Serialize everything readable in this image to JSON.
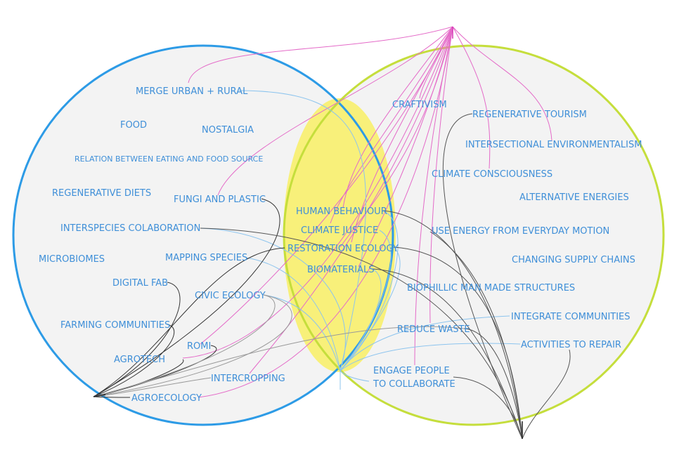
{
  "colors": {
    "left_circle": "#2d9be6",
    "right_circle": "#c5de3c",
    "overlap": "#f8f07a",
    "fill": "#f3f3f3",
    "label": "#3f8fd8",
    "magenta": "#e46ac8",
    "blue_link": "#8cc4ee",
    "dark_link": "#555555"
  },
  "labels": {
    "merge_urban_rural": "MERGE URBAN + RURAL",
    "food": "FOOD",
    "nostalgia": "NOSTALGIA",
    "relation_eating": "RELATION BETWEEN EATING AND FOOD SOURCE",
    "regenerative_diets": "REGENERATIVE DIETS",
    "fungi_plastic": "FUNGI AND PLASTIC",
    "interspecies": "INTERSPECIES COLABORATION",
    "microbiomes": "MICROBIOMES",
    "mapping_species": "MAPPING SPECIES",
    "digital_fab": "DIGITAL FAB",
    "civic_ecology": "CIVIC ECOLOGY",
    "farming_communities": "FARMING COMMUNITIES",
    "romi": "ROMI",
    "agrotech": "AGROTECH",
    "intercropping": "INTERCROPPING",
    "agroecology": "AGROECOLOGY",
    "human_behaviour": "HUMAN BEHAVIOUR",
    "climate_justice": "CLIMATE JUSTICE",
    "restoration_ecology": "RESTORATION ECOLOGY",
    "biomaterials": "BIOMATERIALS",
    "craftivism": "CRAFTIVISM",
    "regenerative_tourism": "REGENERATIVE TOURISM",
    "intersectional_env": "INTERSECTIONAL ENVIRONMENTALISM",
    "climate_consciousness": "CLIMATE CONSCIOUSNESS",
    "alternative_energies": "ALTERNATIVE ENERGIES",
    "use_energy": "USE ENERGY FROM EVERYDAY MOTION",
    "changing_supply": "CHANGING SUPPLY CHAINS",
    "biophillic": "BIOPHILLIC MAN MADE STRUCTURES",
    "integrate_communities": "INTEGRATE COMMUNITIES",
    "reduce_waste": "REDUCE WASTE",
    "activities_repair": "ACTIVITIES TO REPAIR",
    "engage_people_1": "ENGAGE PEOPLE",
    "engage_people_2": "TO COLLABORATE"
  }
}
